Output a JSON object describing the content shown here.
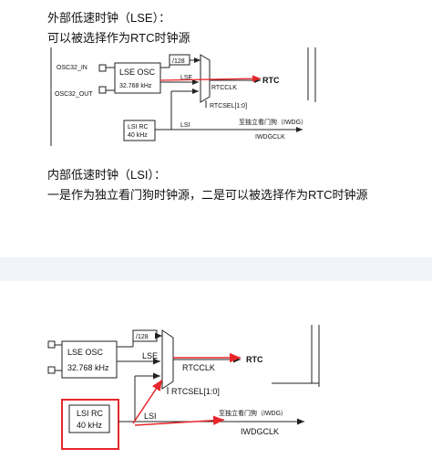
{
  "lse_heading": "外部低速时钟（LSE）：",
  "lse_desc": "可以被选择作为RTC时钟源",
  "lsi_heading": "内部低速时钟（LSI）：",
  "lsi_desc": "一是作为独立看门狗时钟源，二是可以被选择作为RTC时钟源",
  "diagram1": {
    "osc32_in": "OSC32_IN",
    "osc32_out": "OSC32_OUT",
    "lse_osc": "LSE OSC",
    "lse_freq": "32.768 kHz",
    "div128": "/128",
    "lse": "LSE",
    "rtcclk": "RTCCLK",
    "rtc": "RTC",
    "rtcsel": "RTCSEL[1:0]",
    "lsi_rc": "LSI RC",
    "lsi_freq": "40 kHz",
    "lsi": "LSI",
    "iwdg_to": "至独立看门狗（IWDG）",
    "iwdgclk": "IWDGCLK"
  },
  "diagram2": {
    "lse_osc": "LSE OSC",
    "lse_freq": "32.768 kHz",
    "div128": "/128",
    "lse": "LSE",
    "rtcclk": "RTCCLK",
    "rtc": "RTC",
    "rtcsel": "RTCSEL[1:0]",
    "lsi_rc": "LSI RC",
    "lsi_freq": "40 kHz",
    "lsi": "LSI",
    "iwdg_to": "至独立看门狗（IWDG）",
    "iwdgclk": "IWDGCLK"
  },
  "colors": {
    "highlight_arrow": "#e8262a",
    "highlight_box": "#e8262a",
    "line": "#222222",
    "separator_band": "#f1f3f8"
  }
}
